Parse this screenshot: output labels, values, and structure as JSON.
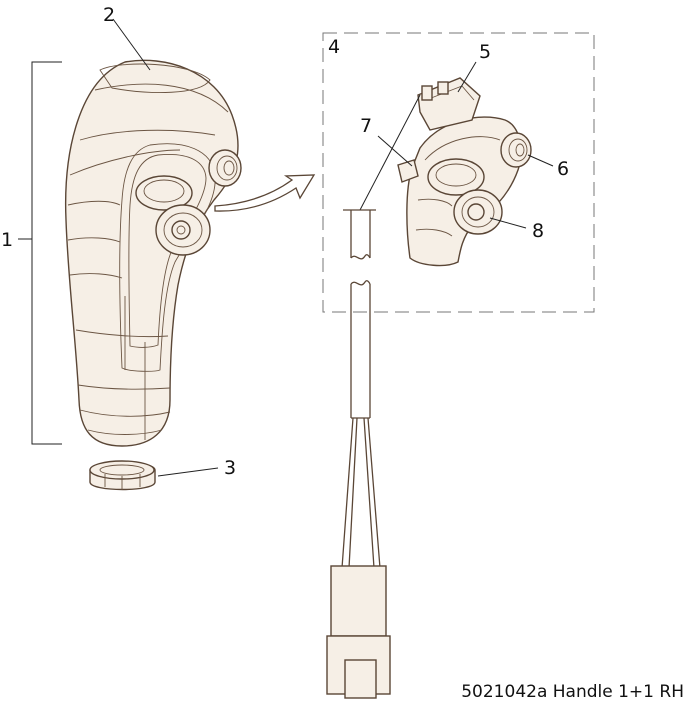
{
  "caption": "5021042a Handle 1+1 RH",
  "callouts": {
    "c1": "1",
    "c2": "2",
    "c3": "3",
    "c4": "4",
    "c5": "5",
    "c6": "6",
    "c7": "7",
    "c8": "8"
  }
}
